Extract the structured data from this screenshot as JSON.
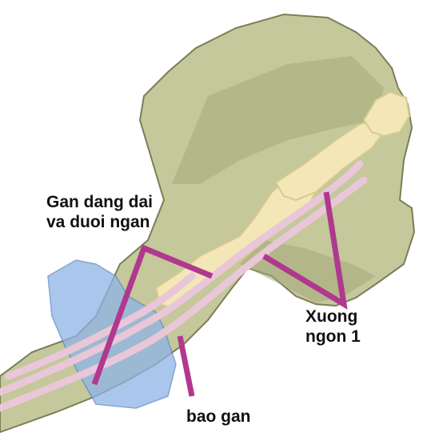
{
  "labels": {
    "tendon_line1": "Gan dang dai",
    "tendon_line2": "va duoi ngan",
    "bone_line1": "Xuong",
    "bone_line2": "ngon 1",
    "sheath": "bao gan"
  },
  "colors": {
    "skin": "#c4c89a",
    "skin_shadow": "#9fa376",
    "skin_outline": "#7b7e58",
    "bone": "#f3e7b8",
    "bone_shadow": "#d9c98f",
    "tendon": "#e9c6d8",
    "tendon_edge": "#b98aa3",
    "sheath": "#8fb4e6",
    "pointer": "#b0388f",
    "text": "#111111"
  }
}
